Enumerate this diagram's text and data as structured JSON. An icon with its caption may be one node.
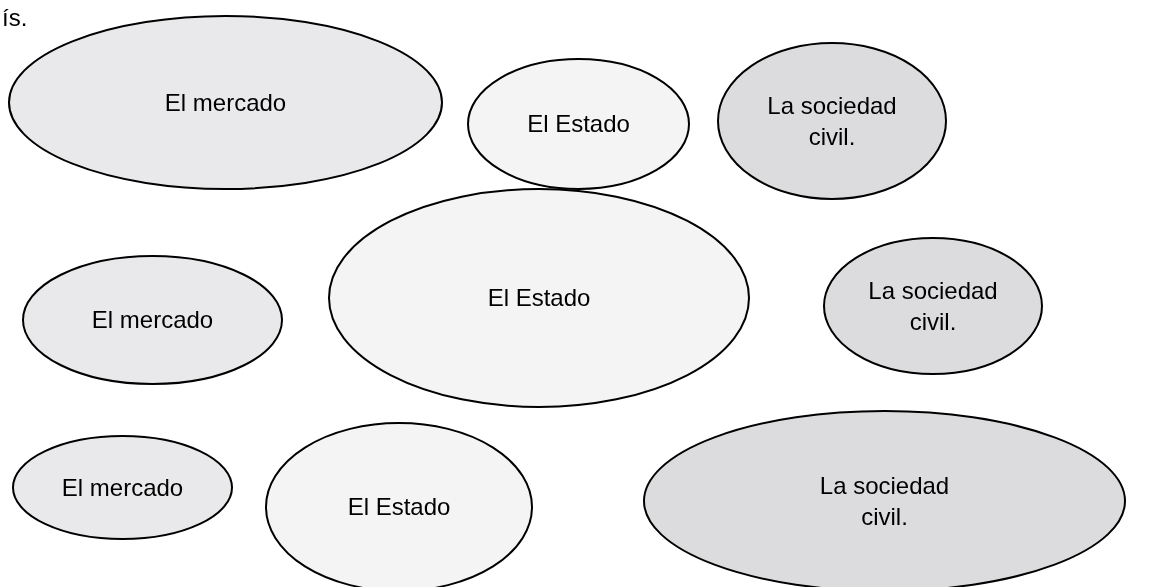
{
  "diagram": {
    "nodes": [
      {
        "text": [
          "El mercado"
        ]
      },
      {
        "text": [
          "El Estado"
        ]
      },
      {
        "text": [
          "La sociedad civil."
        ]
      },
      {
        "text": [
          "El mercado"
        ]
      },
      {
        "text": [
          "El Estado"
        ]
      },
      {
        "text": [
          "La sociedad civil."
        ]
      },
      {
        "text": [
          "El mercado"
        ]
      },
      {
        "text": [
          "El Estado"
        ]
      },
      {
        "text": [
          "La sociedad civil."
        ]
      }
    ],
    "labels": [
      "ís."
    ]
  }
}
